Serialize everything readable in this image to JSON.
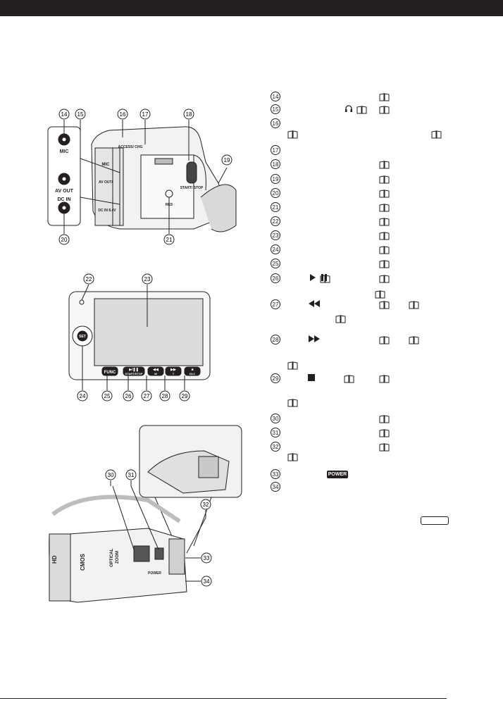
{
  "figure1": {
    "callouts": [
      "14",
      "15",
      "16",
      "17",
      "18",
      "19",
      "20",
      "21"
    ],
    "labels": {
      "mic": "MIC",
      "av_out": "AV OUT",
      "dc_in": "DC IN",
      "access_chg": "ACCESS/ CHG",
      "mic_small": "MIC",
      "av_out_small": "AV OUT/",
      "start_stop": "START/ STOP",
      "dc_in_small": "DC IN 8.4V",
      "res": "RES"
    }
  },
  "figure2": {
    "callouts": [
      "22",
      "23",
      "24",
      "25",
      "26",
      "27",
      "28",
      "29"
    ],
    "buttons": {
      "set": "SET",
      "func": "FUNC",
      "play_label": "▶/❚❚",
      "start_stop": "START/STOP",
      "rew": "◀◀",
      "w": "W",
      "ff": "▶▶",
      "t": "T",
      "stop": "■",
      "dlc": "DLC"
    }
  },
  "figure3": {
    "callouts": [
      "30",
      "31",
      "32",
      "33",
      "34"
    ],
    "labels": {
      "hd": "HD",
      "cmos": "CMOS",
      "optical": "OPTICAL",
      "zoom": "ZOOM",
      "power": "POWER"
    }
  },
  "callout_list": [
    {
      "num": "14",
      "extras": [
        "book"
      ]
    },
    {
      "num": "15",
      "extras": [
        "headphone",
        "book"
      ]
    },
    {
      "num": "16",
      "extras": [
        "book2"
      ]
    },
    {
      "num": "17",
      "extras": []
    },
    {
      "num": "18",
      "extras": [
        "book"
      ]
    },
    {
      "num": "19",
      "extras": [
        "book"
      ]
    },
    {
      "num": "20",
      "extras": [
        "book"
      ]
    },
    {
      "num": "21",
      "extras": [
        "book"
      ]
    },
    {
      "num": "22",
      "extras": [
        "book"
      ]
    },
    {
      "num": "23",
      "extras": [
        "book"
      ]
    },
    {
      "num": "24",
      "extras": [
        "book"
      ]
    },
    {
      "num": "25",
      "extras": [
        "book"
      ]
    },
    {
      "num": "26",
      "extras": [
        "playpause",
        "book"
      ]
    },
    {
      "num": "27",
      "extras": [
        "rew",
        "book"
      ]
    },
    {
      "num": "28",
      "extras": [
        "ff",
        "book"
      ]
    },
    {
      "num": "29",
      "extras": [
        "stop",
        "book"
      ]
    },
    {
      "num": "30",
      "extras": [
        "book"
      ]
    },
    {
      "num": "31",
      "extras": [
        "book"
      ]
    },
    {
      "num": "32",
      "extras": [
        "book"
      ]
    },
    {
      "num": "33",
      "extras": [
        "power"
      ]
    },
    {
      "num": "34",
      "extras": []
    }
  ],
  "power_badge": "POWER",
  "icons": [
    "book-icon",
    "headphone-icon",
    "play-pause-icon",
    "rewind-icon",
    "fast-forward-icon",
    "stop-icon",
    "power-badge"
  ]
}
